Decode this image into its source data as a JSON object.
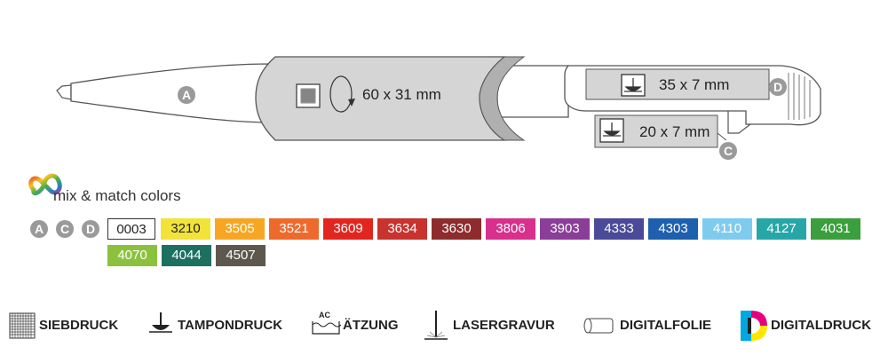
{
  "areas": {
    "a": {
      "badge": "A",
      "size": "60 x 31 mm"
    },
    "c": {
      "badge": "C",
      "size": "20 x 7 mm"
    },
    "d": {
      "badge": "D",
      "size": "35 x 7 mm"
    }
  },
  "mix_match": {
    "label": "mix & match colors"
  },
  "position_badges": [
    "A",
    "C",
    "D"
  ],
  "colors": [
    {
      "code": "0003",
      "color": "#ffffff",
      "text_color": "#222222"
    },
    {
      "code": "3210",
      "color": "#f2e33a",
      "text_color": "#222222"
    },
    {
      "code": "3505",
      "color": "#f7a623",
      "text_color": "#ffffff"
    },
    {
      "code": "3521",
      "color": "#ee6a2c",
      "text_color": "#ffffff"
    },
    {
      "code": "3609",
      "color": "#e2261f",
      "text_color": "#ffffff"
    },
    {
      "code": "3634",
      "color": "#c8332f",
      "text_color": "#ffffff"
    },
    {
      "code": "3630",
      "color": "#8e2b2e",
      "text_color": "#ffffff"
    },
    {
      "code": "3806",
      "color": "#d8308c",
      "text_color": "#ffffff"
    },
    {
      "code": "3903",
      "color": "#8a3e98",
      "text_color": "#ffffff"
    },
    {
      "code": "4333",
      "color": "#4a4a98",
      "text_color": "#ffffff"
    },
    {
      "code": "4303",
      "color": "#1e5fae",
      "text_color": "#ffffff"
    },
    {
      "code": "4110",
      "color": "#7fcbee",
      "text_color": "#ffffff"
    },
    {
      "code": "4127",
      "color": "#27a6a8",
      "text_color": "#ffffff"
    },
    {
      "code": "4031",
      "color": "#3a9f3c",
      "text_color": "#ffffff"
    },
    {
      "code": "4070",
      "color": "#8cc13e",
      "text_color": "#ffffff"
    },
    {
      "code": "4044",
      "color": "#1d7060",
      "text_color": "#ffffff"
    },
    {
      "code": "4507",
      "color": "#5d574d",
      "text_color": "#ffffff"
    }
  ],
  "legend": [
    {
      "label": "SIEBDRUCK",
      "icon": "screen-print-icon"
    },
    {
      "label": "TAMPONDRUCK",
      "icon": "pad-print-icon"
    },
    {
      "label": "ÄTZUNG",
      "icon": "etching-icon",
      "icon_text": "AC"
    },
    {
      "label": "LASERGRAVUR",
      "icon": "laser-engraving-icon"
    },
    {
      "label": "DIGITALFOLIE",
      "icon": "digital-foil-icon"
    },
    {
      "label": "DIGITALDRUCK",
      "icon": "digital-print-icon"
    }
  ]
}
